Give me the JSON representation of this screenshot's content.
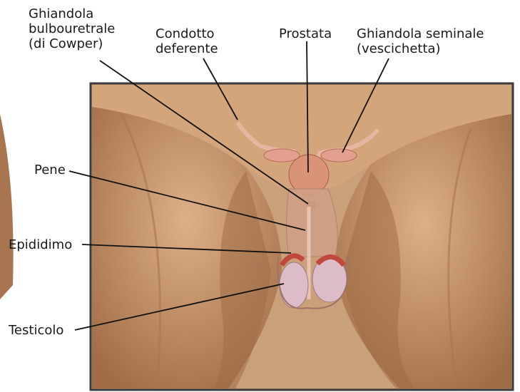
{
  "figure": {
    "labels": {
      "bulbouretrale": [
        "Ghiandola",
        "bulbouretrale",
        "(di Cowper)"
      ],
      "deferente": [
        "Condotto",
        "deferente"
      ],
      "prostata": [
        "Prostata"
      ],
      "seminale": [
        "Ghiandola seminale",
        "(vescichetta)"
      ],
      "pene": [
        "Pene"
      ],
      "epididimo": [
        "Epididimo"
      ],
      "testicolo": [
        "Testicolo"
      ]
    }
  }
}
